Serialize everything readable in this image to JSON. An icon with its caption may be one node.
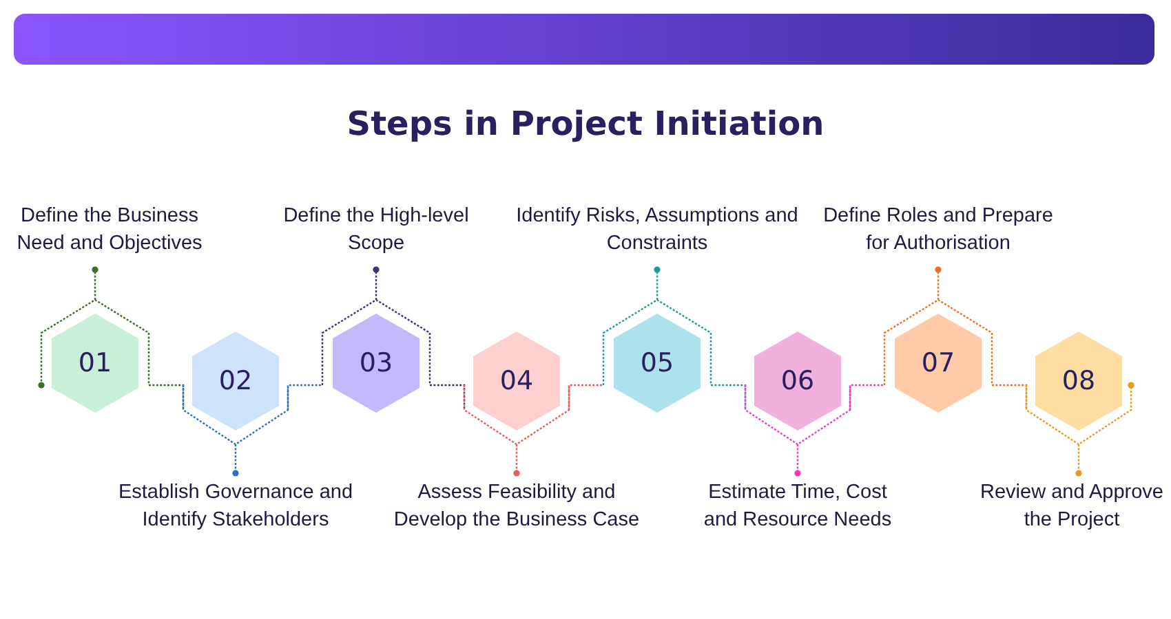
{
  "diagram": {
    "title": "Steps in Project Initiation",
    "nodes": [
      {
        "text": [
          "01"
        ],
        "beside": [
          "Define the Business Need and Objectives"
        ]
      },
      {
        "text": [
          "02"
        ],
        "beside": [
          "Establish Governance and Identify Stakeholders"
        ]
      },
      {
        "text": [
          "03"
        ],
        "beside": [
          "Define the High-level Scope"
        ]
      },
      {
        "text": [
          "04"
        ],
        "beside": [
          "Assess Feasibility and Develop the Business Case"
        ]
      },
      {
        "text": [
          "05"
        ],
        "beside": [
          "Identify Risks, Assumptions and Constraints"
        ]
      },
      {
        "text": [
          "06"
        ],
        "beside": [
          "Estimate Time, Cost and Resource Needs"
        ]
      },
      {
        "text": [
          "07"
        ],
        "beside": [
          "Define Roles and Prepare for Authorisation"
        ]
      },
      {
        "text": [
          "08"
        ],
        "beside": [
          "Review and Approve the Project"
        ]
      }
    ],
    "edges": [
      {
        "from": 0,
        "to": 1,
        "arrow": "none",
        "style": "dashed",
        "color": "#3c6e2e"
      },
      {
        "from": 1,
        "to": 2,
        "arrow": "none",
        "style": "dashed",
        "color": "#2f6fc0"
      },
      {
        "from": 2,
        "to": 3,
        "arrow": "none",
        "style": "dashed",
        "color": "#3a3570"
      },
      {
        "from": 3,
        "to": 4,
        "arrow": "none",
        "style": "dashed",
        "color": "#f05a5a"
      },
      {
        "from": 4,
        "to": 5,
        "arrow": "none",
        "style": "dashed",
        "color": "#1a9e96"
      },
      {
        "from": 5,
        "to": 6,
        "arrow": "none",
        "style": "dashed",
        "color": "#f03cc0"
      },
      {
        "from": 6,
        "to": 7,
        "arrow": "none",
        "style": "dashed",
        "color": "#f07020"
      }
    ]
  }
}
